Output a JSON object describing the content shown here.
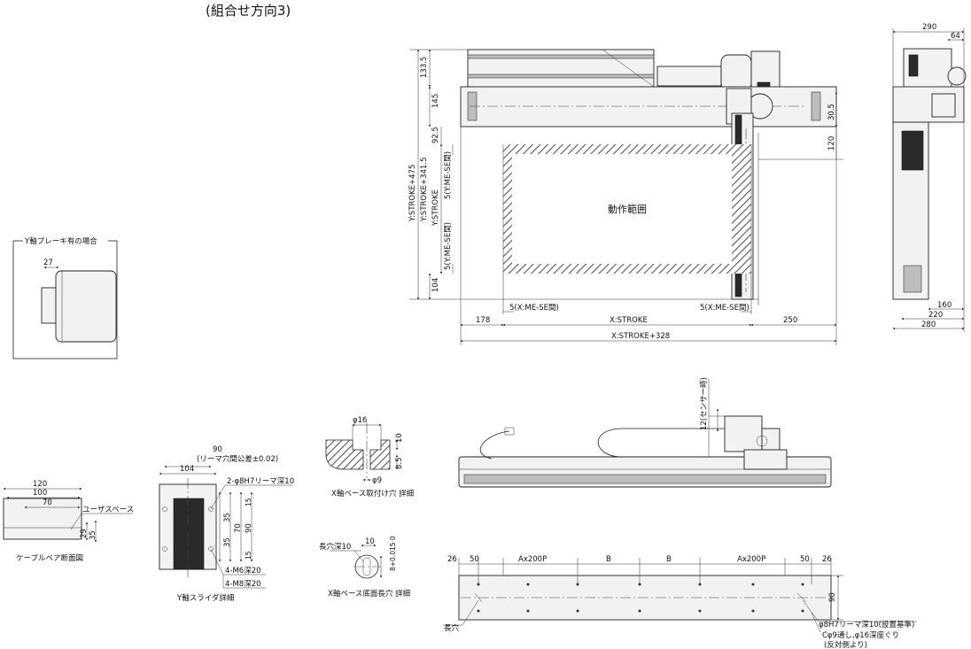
{
  "title": "(組合せ方向3)",
  "main_view": {
    "work_area_label": "動作範囲",
    "dims_left": [
      "Y:STROKE+475",
      "Y:STROKE+341.5",
      "Y:STROKE",
      "133.5",
      "145",
      "92.5",
      "104",
      "5(Y:ME-SE間)",
      "5(Y:ME-SE間)"
    ],
    "dims_right": [
      "30.5",
      "120"
    ],
    "dims_bottom": [
      "178",
      "5(X:ME-SE間)",
      "X:STROKE",
      "5(X:ME-SE間)",
      "250",
      "X:STROKE+328"
    ]
  },
  "side_view": {
    "dims": [
      "290",
      "64",
      "160",
      "220",
      "280"
    ]
  },
  "brake_detail": {
    "title": "Y軸ブレーキ有の場合",
    "dim": "27"
  },
  "cable_section": {
    "caption": "ケーブルベア断面図",
    "dims": [
      "120",
      "100",
      "70",
      "29",
      "35"
    ],
    "label": "ユーザスペース"
  },
  "y_slider": {
    "caption": "Y軸スライダ詳細",
    "dims": [
      "90",
      "(リーマ穴間公差±0.02)",
      "104",
      "15",
      "35",
      "70",
      "90",
      "35",
      "15"
    ],
    "labels": [
      "2-φ8H7リーマ深10",
      "4-M6深20",
      "4-M8深20"
    ]
  },
  "x_base_hole": {
    "caption": "X軸ベース取付け穴 詳細",
    "dims": [
      "φ16",
      "10",
      "φ9",
      "8.5"
    ]
  },
  "x_base_slot": {
    "caption": "X軸ベース底面長穴 詳細",
    "dims": [
      "10",
      "8+0.015 0"
    ],
    "label": "長穴深10"
  },
  "front_view": {
    "dim": "12(センサー時)"
  },
  "bottom_view": {
    "dims": [
      "26",
      "50",
      "Ax200P",
      "B",
      "B",
      "Ax200P",
      "50",
      "26",
      "90"
    ],
    "labels": [
      "長穴",
      "φ8H7リーマ深10(設置基準)",
      "Cφ9通し,φ16深座ぐり",
      "(反対側より)"
    ]
  }
}
